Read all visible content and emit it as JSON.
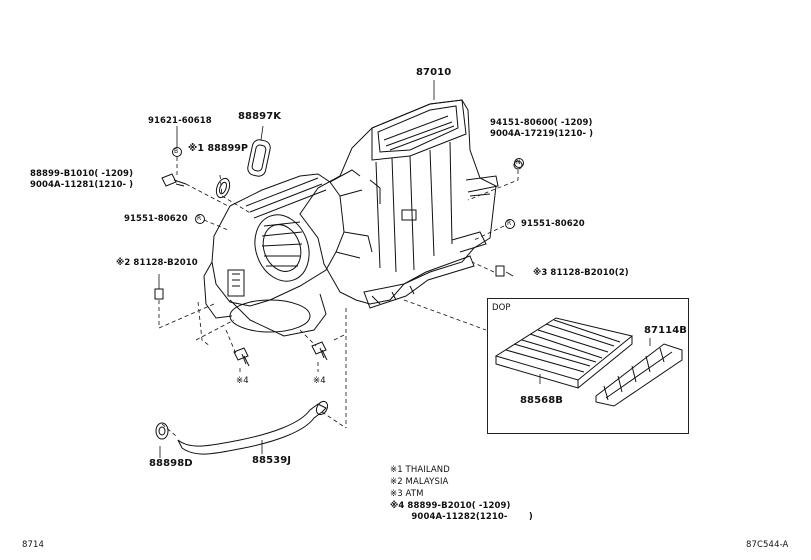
{
  "diagram": {
    "parts": {
      "p87010": "87010",
      "p91621": "91621-60618",
      "p88897K": "88897K",
      "p88899P": "※1 88899P",
      "p88899B": "88899-B1010(      -1209)",
      "p9004A_11281": "9004A-11281(1210-       )",
      "p91551_left": "91551-80620",
      "p81128_left": "※2 81128-B2010",
      "p94151": "94151-80600(      -1209)",
      "p9004A_17219": "9004A-17219(1210-       )",
      "p91551_right": "91551-80620",
      "p81128_right": "※3 81128-B2010(2)",
      "p87114B": "87114B",
      "p88568B": "88568B",
      "p88898D": "88898D",
      "p88539J": "88539J",
      "x4a": "※4",
      "x4b": "※4"
    },
    "dop_label": "DOP",
    "notes": [
      "※1  THAILAND",
      "※2  MALAYSIA",
      "※3  ATM",
      "※4  88899-B2010(      -1209)",
      "       9004A-11282(1210-       )"
    ],
    "footer_left": "8714",
    "footer_right": "87C544-A",
    "circle_marks": {
      "b": "B",
      "r": "R",
      "n": "N"
    }
  }
}
